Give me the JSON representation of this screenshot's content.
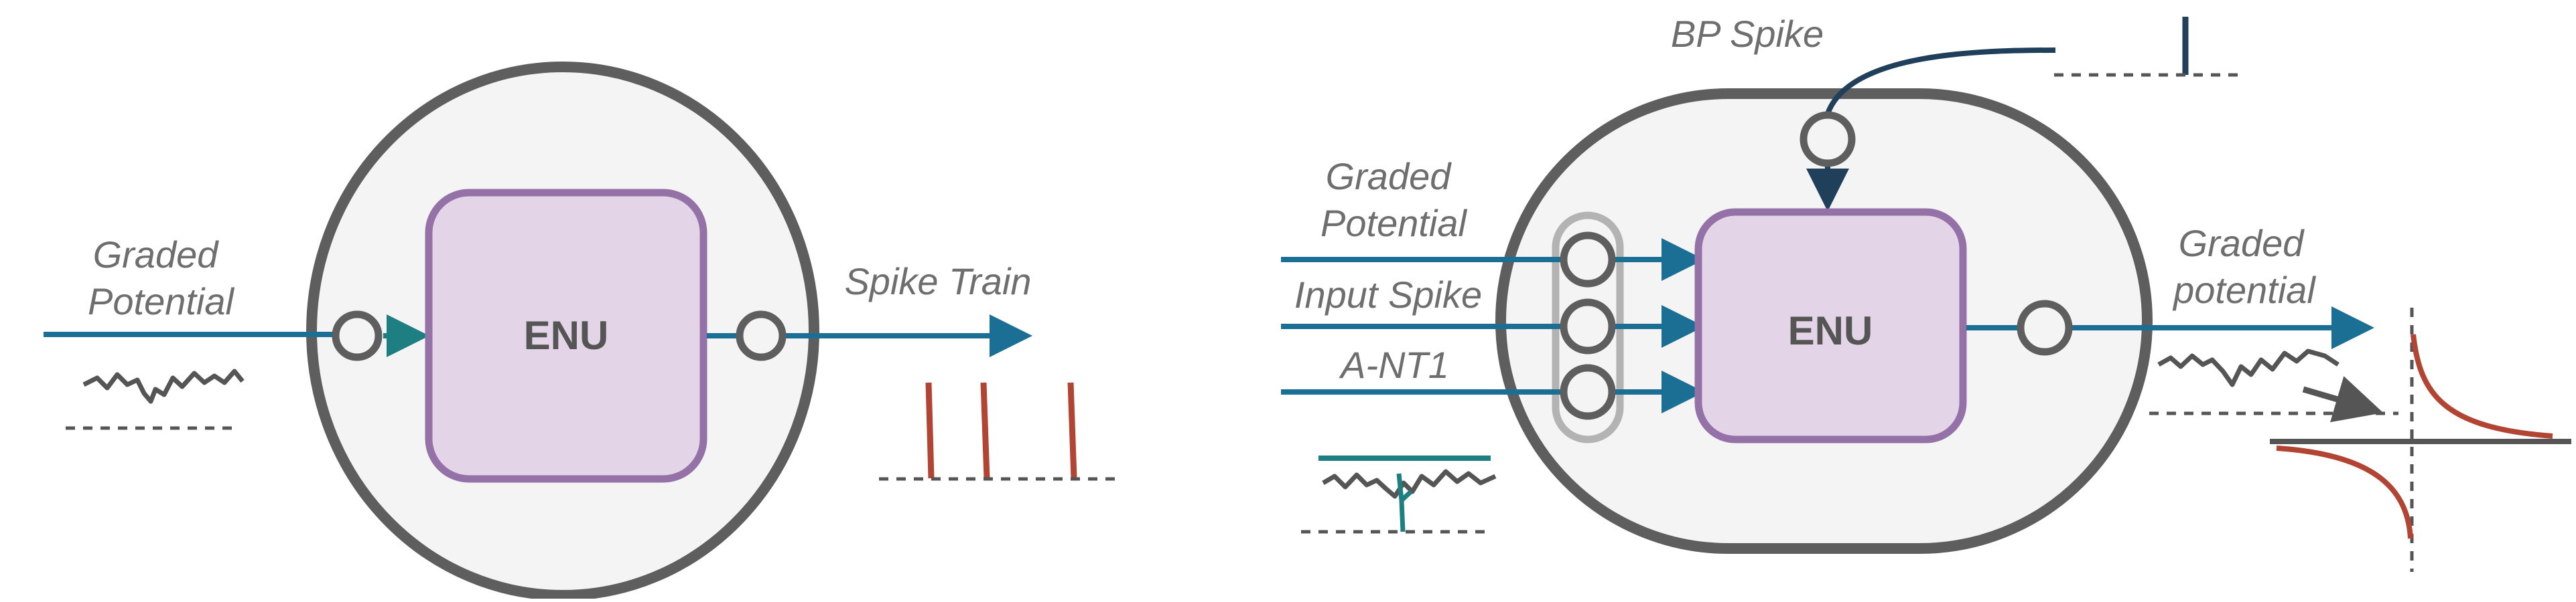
{
  "left": {
    "graded_potential_line1": "Graded",
    "graded_potential_line2": "Potential",
    "enu_label": "ENU",
    "output_label": "Spike Train"
  },
  "right": {
    "bp_spike_label": "BP Spike",
    "graded_potential_line1": "Graded",
    "graded_potential_line2": "Potential",
    "input_spike_label": "Input Spike",
    "ant1_label": "A-NT1",
    "enu_label": "ENU",
    "output_line1": "Graded",
    "output_line2": "potential"
  },
  "colors": {
    "arrow_blue": "#1b6f94",
    "dark_navy": "#1f3f5a",
    "teal": "#1d7f82",
    "enu_fill": "#e3d5e7",
    "enu_border": "#9472a8",
    "body_fill": "#f4f4f4",
    "body_border": "#5e5e5e",
    "spike_red": "#b24433",
    "label_gray": "#6e6e6e"
  }
}
